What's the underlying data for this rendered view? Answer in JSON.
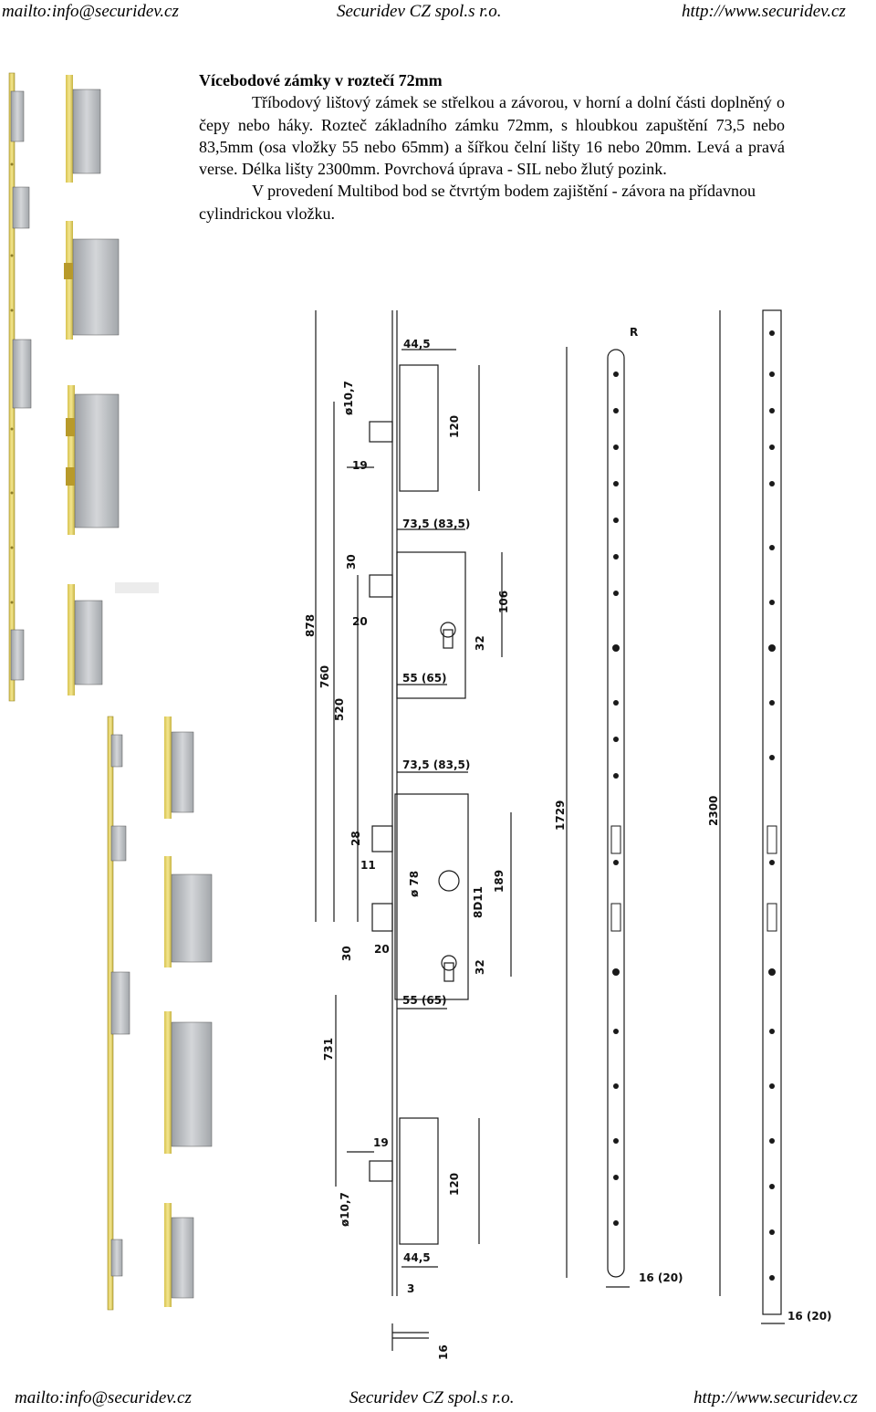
{
  "header": {
    "mail": "mailto:info@securidev.cz",
    "company": "Securidev CZ spol.s r.o.",
    "web": "http://www.securidev.cz"
  },
  "footer": {
    "mail": "mailto:info@securidev.cz",
    "company": "Securidev CZ spol.s r.o.",
    "web": "http://www.securidev.cz"
  },
  "intro": {
    "title": "Vícebodové zámky v roztečí 72mm",
    "paragraph1": "Tříbodový lištový zámek se střelkou a závorou,  v horní a dolní části doplněný o čepy nebo háky. Rozteč základního zámku 72mm, s hloubkou zapuštění 73,5 nebo 83,5mm (osa vložky 55 nebo 65mm) a šířkou čelní lišty 16 nebo 20mm. Levá a pravá verse. Délka lišty 2300mm. Povrchová úprava - SIL nebo žlutý pozink.",
    "paragraph2": "V provedení Multibod bod se čtvrtým bodem zajištění - závora na přídavnou cylindrickou vložku."
  },
  "drawing": {
    "dim_44_5_top": "44,5",
    "dim_d10_7_top": "ø10,7",
    "dim_120_top": "120",
    "dim_19_top": "19",
    "dim_73_5_a": "73,5 (83,5)",
    "dim_30_a": "30",
    "dim_878": "878",
    "dim_20_a": "20",
    "dim_106": "106",
    "dim_32_a": "32",
    "dim_55_a": "55 (65)",
    "dim_760": "760",
    "dim_520": "520",
    "dim_73_5_b": "73,5 (83,5)",
    "dim_28": "28",
    "dim_11": "11",
    "dim_d78": "ø 78",
    "dim_8d11": "8D11",
    "dim_189": "189",
    "dim_30_b": "30",
    "dim_20_b": "20",
    "dim_32_b": "32",
    "dim_55_b": "55 (65)",
    "dim_731": "731",
    "dim_19_bottom": "19",
    "dim_120_bottom": "120",
    "dim_d10_7_bottom": "ø10,7",
    "dim_44_5_bottom": "44,5",
    "dim_3": "3",
    "dim_16": "16",
    "dim_r": "R",
    "dim_1729": "1729",
    "dim_16_20_a": "16 (20)",
    "dim_2300": "2300",
    "dim_16_20_b": "16 (20)"
  },
  "colors": {
    "brass": "#e9d76a",
    "steel": "#b9bcbf",
    "line": "#1a1a1a"
  }
}
